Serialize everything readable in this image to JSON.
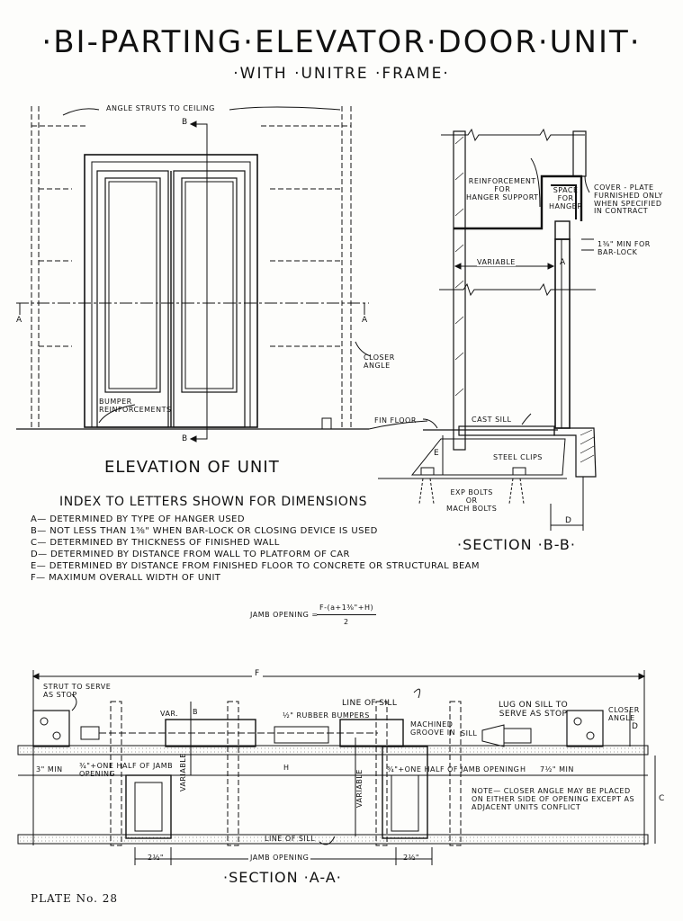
{
  "title": "·BI-PARTING·ELEVATOR·DOOR·UNIT·",
  "subtitle": "·WITH ·UNITRE ·FRAME·",
  "elevation": {
    "caption": "ELEVATION OF UNIT",
    "labels": {
      "angle_struts": "ANGLE STRUTS TO CEILING",
      "b_top": "B",
      "b_bottom": "B",
      "a_left": "A",
      "a_right": "A",
      "closer_angle": "CLOSER\nANGLE",
      "bumper": "BUMPER\nREINFORCEMENTS",
      "fin_floor": "FIN FLOOR"
    }
  },
  "section_bb": {
    "caption": "·SECTION ·B-B·",
    "labels": {
      "reinforcement": "REINFORCEMENT\nFOR\nHANGER SUPPORT",
      "space": "SPACE\nFOR\nHANGER",
      "cover_plate": "COVER - PLATE\nFURNISHED ONLY\nWHEN SPECIFIED\nIN CONTRACT",
      "min_for": "1⅜\" MIN FOR\nBAR-LOCK",
      "variable": "VARIABLE",
      "a": "A",
      "cast_sill": "CAST SILL",
      "e": "E",
      "steel_clips": "STEEL CLIPS",
      "exp_bolts": "EXP BOLTS\nOR\nMACH BOLTS",
      "d": "D"
    }
  },
  "index": {
    "heading": "INDEX TO LETTERS SHOWN FOR DIMENSIONS",
    "items": [
      "A— DETERMINED BY TYPE OF HANGER USED",
      "B— NOT LESS THAN 1⅜\" WHEN BAR-LOCK OR CLOSING DEVICE IS USED",
      "C— DETERMINED BY THICKNESS OF FINISHED WALL",
      "D— DETERMINED BY DISTANCE FROM WALL TO PLATFORM OF CAR",
      "E— DETERMINED BY DISTANCE FROM FINISHED FLOOR TO CONCRETE OR STRUCTURAL BEAM",
      "F— MAXIMUM OVERALL WIDTH OF UNIT"
    ]
  },
  "formula": {
    "label": "JAMB OPENING =",
    "numerator": "F-(a+1⅜\"+H)",
    "denominator": "2"
  },
  "section_aa": {
    "caption": "·SECTION ·A-A·",
    "labels": {
      "f": "F",
      "strut": "STRUT TO SERVE\nAS STOP",
      "var": "VAR.",
      "b": "B",
      "rubber": "½\" RUBBER BUMPERS",
      "line_sill_top": "LINE OF SILL",
      "machined": "MACHINED\nGROOVE IN",
      "sill": "SILL",
      "lug": "LUG ON SILL TO\nSERVE AS STOP",
      "closer": "CLOSER\nANGLE",
      "d": "D",
      "three_min": "3\" MIN",
      "one_half_left": "¾\"+ONE HALF OF JAMB\nOPENING",
      "h_left": "H",
      "variable_left": "VARIABLE",
      "variable_right": "VARIABLE",
      "one_half_right": "¾\"+ONE HALF OF JAMB OPENING",
      "h_right": "H",
      "seven_min": "7½\" MIN",
      "note": "NOTE— CLOSER ANGLE MAY BE PLACED\nON EITHER SIDE OF OPENING EXCEPT AS\nADJACENT UNITS CONFLICT",
      "c": "C",
      "line_sill_bottom": "LINE OF SILL",
      "two_left": "2½\"",
      "jamb_opening": "JAMB OPENING",
      "two_right": "2½\""
    }
  },
  "plate": "PLATE No. 28"
}
